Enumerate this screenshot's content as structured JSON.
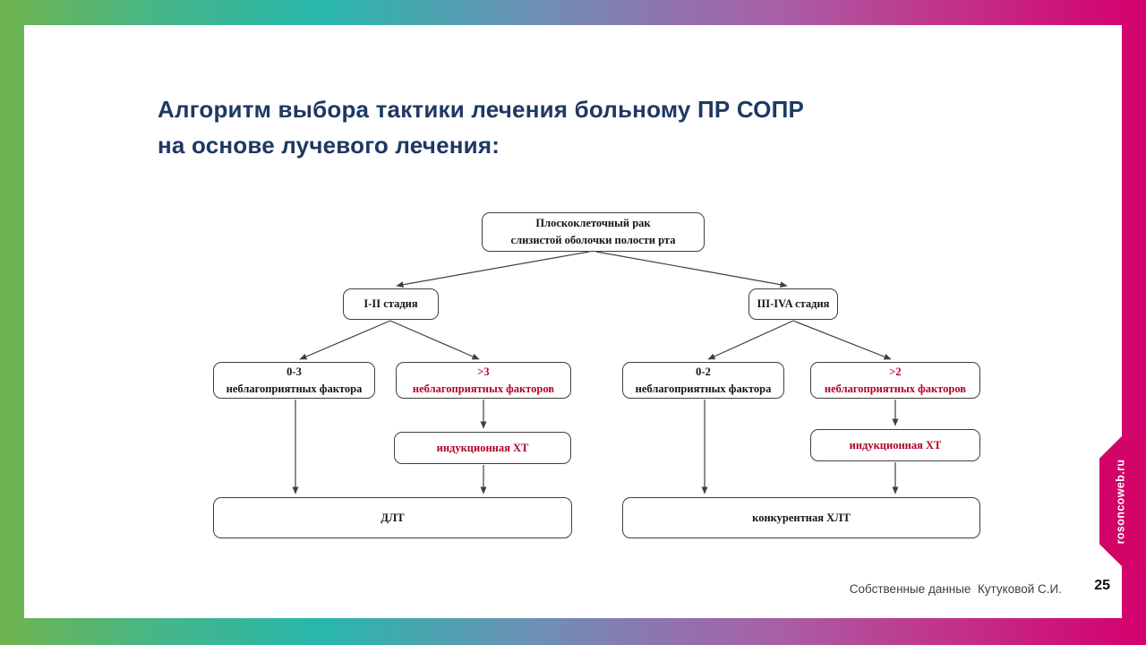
{
  "slide": {
    "title_line1": "Алгоритм выбора тактики лечения больному ПР СОПР",
    "title_line2": "на основе лучевого лечения:",
    "title_color": "#1f3864"
  },
  "flowchart": {
    "root": {
      "line1": "Плоскоклеточный рак",
      "line2": "слизистой оболочки полости рта"
    },
    "stage_left": {
      "label": "I-II стадия"
    },
    "stage_right": {
      "label": "III-IVA стадия"
    },
    "factors_left_ok": {
      "line1": "0-3",
      "line2": "неблагоприятных фактора"
    },
    "factors_left_bad": {
      "line1": ">3",
      "line2": "неблагоприятных факторов"
    },
    "factors_right_ok": {
      "line1": "0-2",
      "line2": "неблагоприятных фактора"
    },
    "factors_right_bad": {
      "line1": ">2",
      "line2": "неблагоприятных факторов"
    },
    "induction_left": {
      "label": "индукционная ХТ"
    },
    "induction_right": {
      "label": "индукционная ХТ"
    },
    "outcome_left": {
      "label": "ДЛТ"
    },
    "outcome_right": {
      "label": "конкурентная ХЛТ"
    },
    "highlight_color": "#b30027",
    "box_border_color": "#3f3f3f"
  },
  "footer": {
    "source_text": "Собственные данные  Кутуковой С.И.",
    "page_number": "25"
  },
  "side_tab": {
    "label": "rosoncoweb.ru",
    "color": "#d30468"
  },
  "frame": {
    "gradient_colors": [
      "#6fb44d",
      "#28b7ab",
      "#6a92b5",
      "#a85fa5",
      "#d3006c"
    ]
  }
}
